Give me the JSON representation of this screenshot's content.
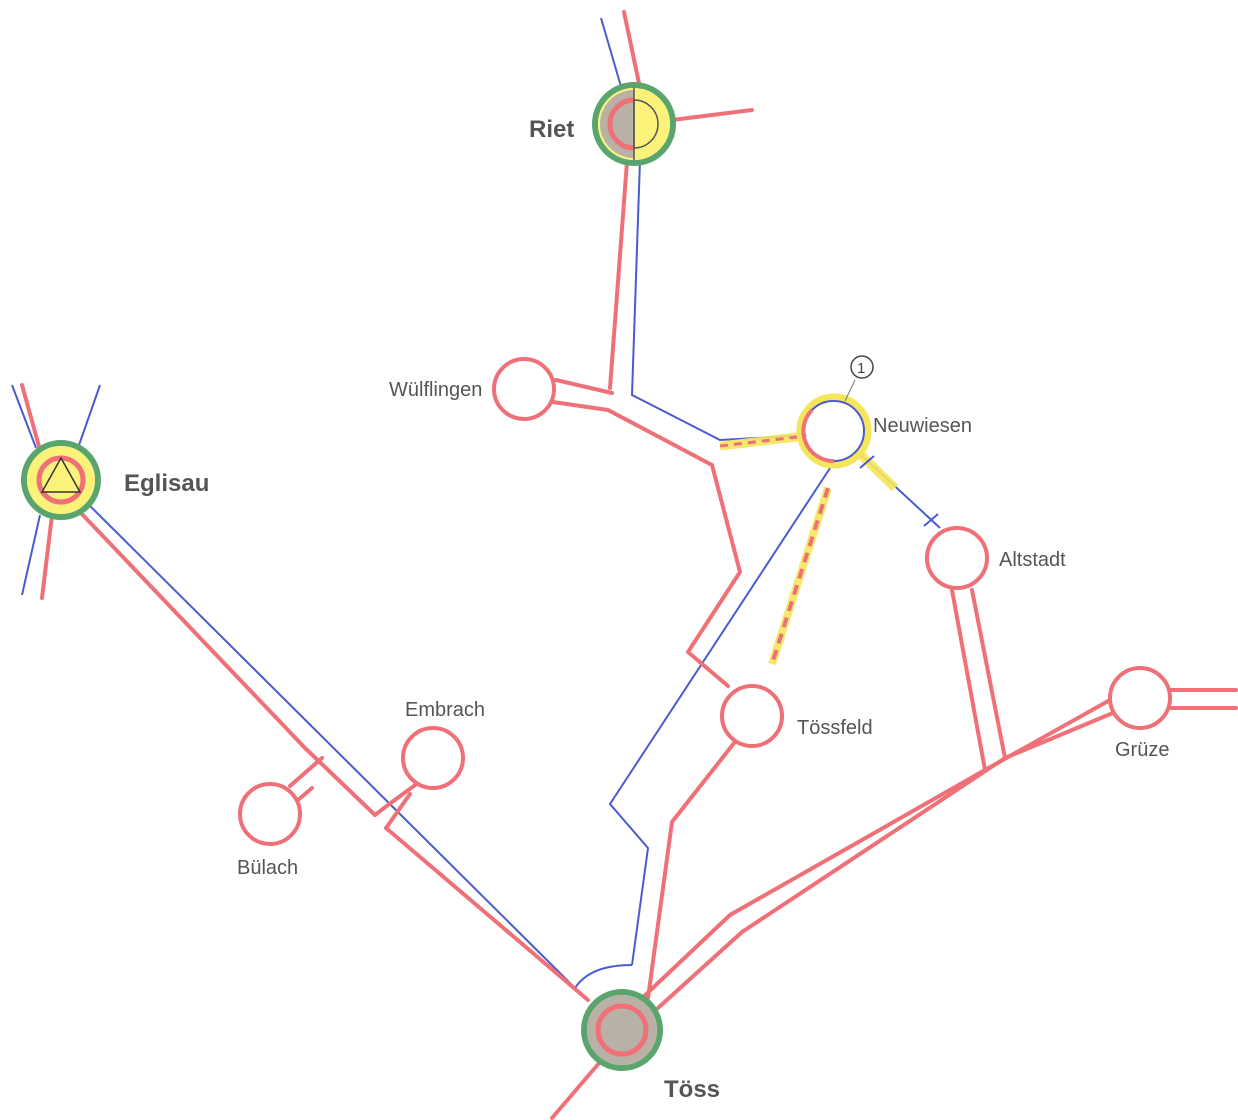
{
  "colors": {
    "red_line": "#f07078",
    "blue_line": "#4a5bd0",
    "green_ring": "#5aa56e",
    "yellow_fill": "#fbf27a",
    "grey_fill": "#b9b0a6",
    "highlight": "#f5e55a",
    "node_fill": "#ffffff"
  },
  "stations": {
    "riet": {
      "label": "Riet",
      "type": "major",
      "symbol": "half-circle-icon"
    },
    "eglisau": {
      "label": "Eglisau",
      "type": "major",
      "symbol": "triangle-icon"
    },
    "toess": {
      "label": "Töss",
      "type": "major",
      "symbol": "grey-core"
    },
    "wuelflingen": {
      "label": "Wülflingen",
      "type": "minor"
    },
    "neuwiesen": {
      "label": "Neuwiesen",
      "type": "minor",
      "callout": "1"
    },
    "altstadt": {
      "label": "Altstadt",
      "type": "minor"
    },
    "toessfeld": {
      "label": "Tössfeld",
      "type": "minor"
    },
    "embrach": {
      "label": "Embrach",
      "type": "minor"
    },
    "buelach": {
      "label": "Bülach",
      "type": "minor"
    },
    "gruetze": {
      "label": "Grüze",
      "type": "minor"
    }
  }
}
